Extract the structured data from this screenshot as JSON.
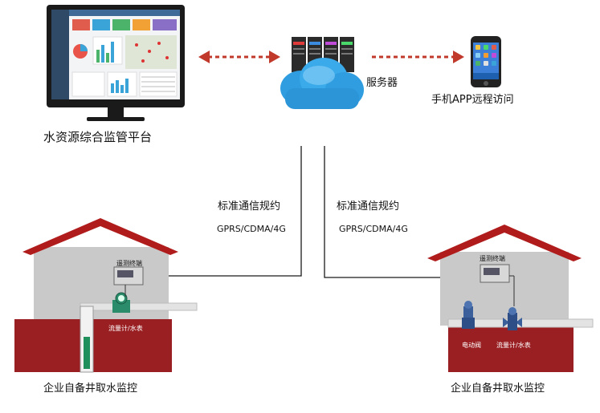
{
  "platform": {
    "label": "水资源综合监管平台"
  },
  "server": {
    "label": "服务器"
  },
  "mobile": {
    "label": "手机APP远程访问"
  },
  "link_left": {
    "protocol": "标准通信规约",
    "network": "GPRS/CDMA/4G"
  },
  "link_right": {
    "protocol": "标准通信规约",
    "network": "GPRS/CDMA/4G"
  },
  "site_left": {
    "terminal": "遥测终端",
    "meter": "流量计/水表",
    "caption": "企业自备井取水监控"
  },
  "site_right": {
    "terminal": "遥测终端",
    "valve": "电动阀",
    "meter": "流量计/水表",
    "caption": "企业自备井取水监控"
  },
  "colors": {
    "roof": "#b01c1c",
    "ground": "#9a1f22",
    "wall": "#c9c9c9",
    "arrow": "#c0392b"
  }
}
